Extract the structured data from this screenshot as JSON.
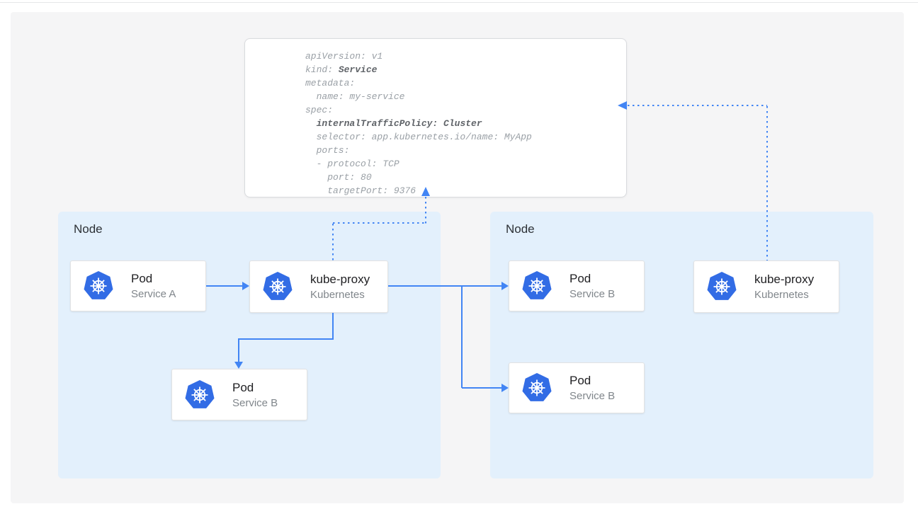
{
  "colors": {
    "line_blue": "#4285f4",
    "node_bg": "#e3f0fc",
    "k8s_blue": "#326ce5",
    "code_color": "#9aa0a6",
    "code_bold_color": "#5f6368"
  },
  "code_block": {
    "lines": [
      [
        {
          "t": "apiVersion: v1",
          "b": false
        }
      ],
      [
        {
          "t": "kind: ",
          "b": false
        },
        {
          "t": "Service",
          "b": true
        }
      ],
      [
        {
          "t": "metadata:",
          "b": false
        }
      ],
      [
        {
          "t": "  name: my-service",
          "b": false
        }
      ],
      [
        {
          "t": "spec:",
          "b": false
        }
      ],
      [
        {
          "t": "  ",
          "b": false
        },
        {
          "t": "internalTrafficPolicy: Cluster",
          "b": true
        }
      ],
      [
        {
          "t": "  selector: app.kubernetes.io/name: MyApp",
          "b": false
        }
      ],
      [
        {
          "t": "  ports:",
          "b": false
        }
      ],
      [
        {
          "t": "  - protocol: TCP",
          "b": false
        }
      ],
      [
        {
          "t": "    port: 80",
          "b": false
        }
      ],
      [
        {
          "t": "    targetPort: 9376",
          "b": false
        }
      ]
    ]
  },
  "nodes": {
    "left": {
      "label": "Node"
    },
    "right": {
      "label": "Node"
    }
  },
  "cards": {
    "pod_a": {
      "title": "Pod",
      "subtitle": "Service A"
    },
    "kube_proxy_left": {
      "title": "kube-proxy",
      "subtitle": "Kubernetes"
    },
    "pod_b_left": {
      "title": "Pod",
      "subtitle": "Service B"
    },
    "pod_b_right_top": {
      "title": "Pod",
      "subtitle": "Service B"
    },
    "pod_b_right_bottom": {
      "title": "Pod",
      "subtitle": "Service B"
    },
    "kube_proxy_right": {
      "title": "kube-proxy",
      "subtitle": "Kubernetes"
    }
  }
}
